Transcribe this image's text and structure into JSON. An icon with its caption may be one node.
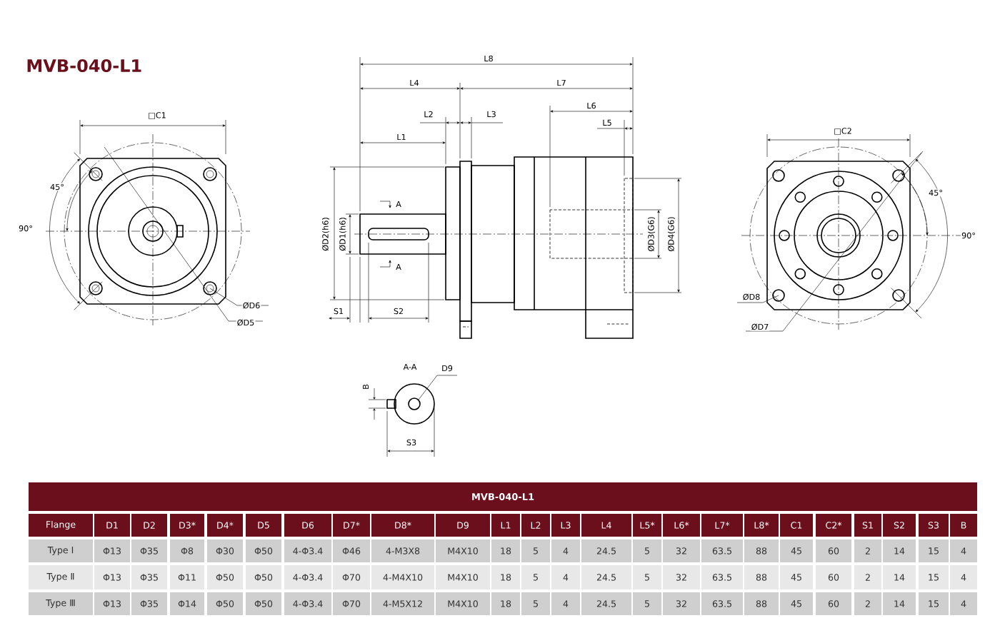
{
  "diagram": {
    "title": "MVB-040-L1",
    "labels": [
      "□C1",
      "45°",
      "90°",
      "ØD6",
      "ØD5",
      "L8",
      "L4",
      "L7",
      "L2",
      "L3",
      "L6",
      "L1",
      "L5",
      "ØD2(h6)",
      "ØD1(h6)",
      "A",
      "A",
      "ØD3(G6)",
      "ØD4(G6)",
      "S1",
      "S2",
      "A-A",
      "B",
      "D9",
      "S3",
      "□C2",
      "45°",
      "90°",
      "ØD8",
      "ØD7",
      "MVB-040-L1",
      "Flange",
      "D1",
      "D2",
      "D3*",
      "D4*",
      "D5",
      "D6",
      "D7*",
      "D8*",
      "D9",
      "L1",
      "L2",
      "L3",
      "L4",
      "L5*",
      "L6*",
      "L7*",
      "L8*",
      "C1",
      "C2*",
      "S1",
      "S2",
      "S3",
      "B",
      "Type Ⅰ",
      "Φ13",
      "Φ35",
      "Φ8",
      "Φ30",
      "Φ50",
      "4-Φ3.4",
      "Φ46",
      "4-M3X8",
      "M4X10",
      "18",
      "5",
      "4",
      "24.5",
      "5",
      "32",
      "63.5",
      "88",
      "45",
      "60",
      "2",
      "14",
      "15",
      "4",
      "Type Ⅱ",
      "Φ13",
      "Φ35",
      "Φ11",
      "Φ50",
      "Φ50",
      "4-Φ3.4",
      "Φ70",
      "4-M4X10",
      "M4X10",
      "18",
      "5",
      "4",
      "24.5",
      "5",
      "32",
      "63.5",
      "88",
      "45",
      "60",
      "2",
      "14",
      "15",
      "4",
      "Type Ⅲ",
      "Φ13",
      "Φ35",
      "Φ14",
      "Φ50",
      "Φ50",
      "4-Φ3.4",
      "Φ70",
      "4-M5X12",
      "M4X10",
      "18",
      "5",
      "4",
      "24.5",
      "5",
      "32",
      "63.5",
      "88",
      "45",
      "60",
      "2",
      "14",
      "15",
      "4"
    ]
  }
}
